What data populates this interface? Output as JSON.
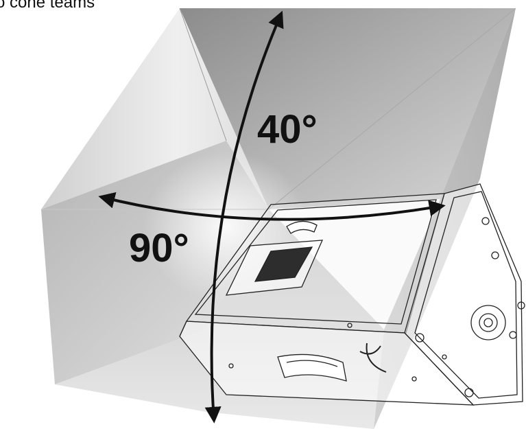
{
  "caption": "o cone teams",
  "angles": {
    "vertical": "40°",
    "horizontal": "90°"
  },
  "colors": {
    "cone_dark": "#8f8f8f",
    "cone_mid": "#b9b9b9",
    "cone_light": "#e6e6e6",
    "outline": "#222222",
    "arrow": "#111111"
  },
  "icons": {
    "speaker": "stage-monitor-speaker-outline",
    "arrows": "double-headed-curved-arrow"
  }
}
